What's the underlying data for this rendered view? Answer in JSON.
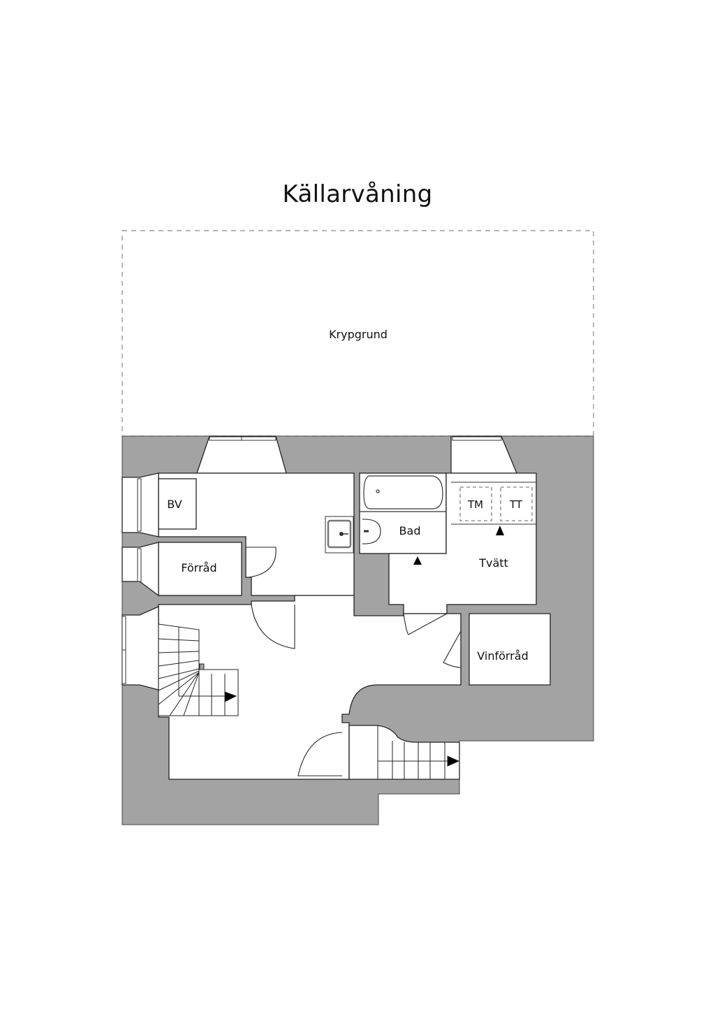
{
  "plan": {
    "title": "Källarvåning",
    "colors": {
      "wall": "#a3a3a3",
      "line": "#222222",
      "floor": "#ffffff",
      "dashed": "#888888"
    }
  },
  "rooms": {
    "crawlspace": {
      "label": "Krypgrund"
    },
    "boiler": {
      "label": "BV"
    },
    "storage": {
      "label": "Förråd"
    },
    "bathroom": {
      "label": "Bad"
    },
    "laundry": {
      "label": "Tvätt"
    },
    "washing_machine": {
      "label": "TM"
    },
    "tumble_dryer": {
      "label": "TT"
    },
    "wine_storage": {
      "label": "Vinförråd"
    }
  }
}
